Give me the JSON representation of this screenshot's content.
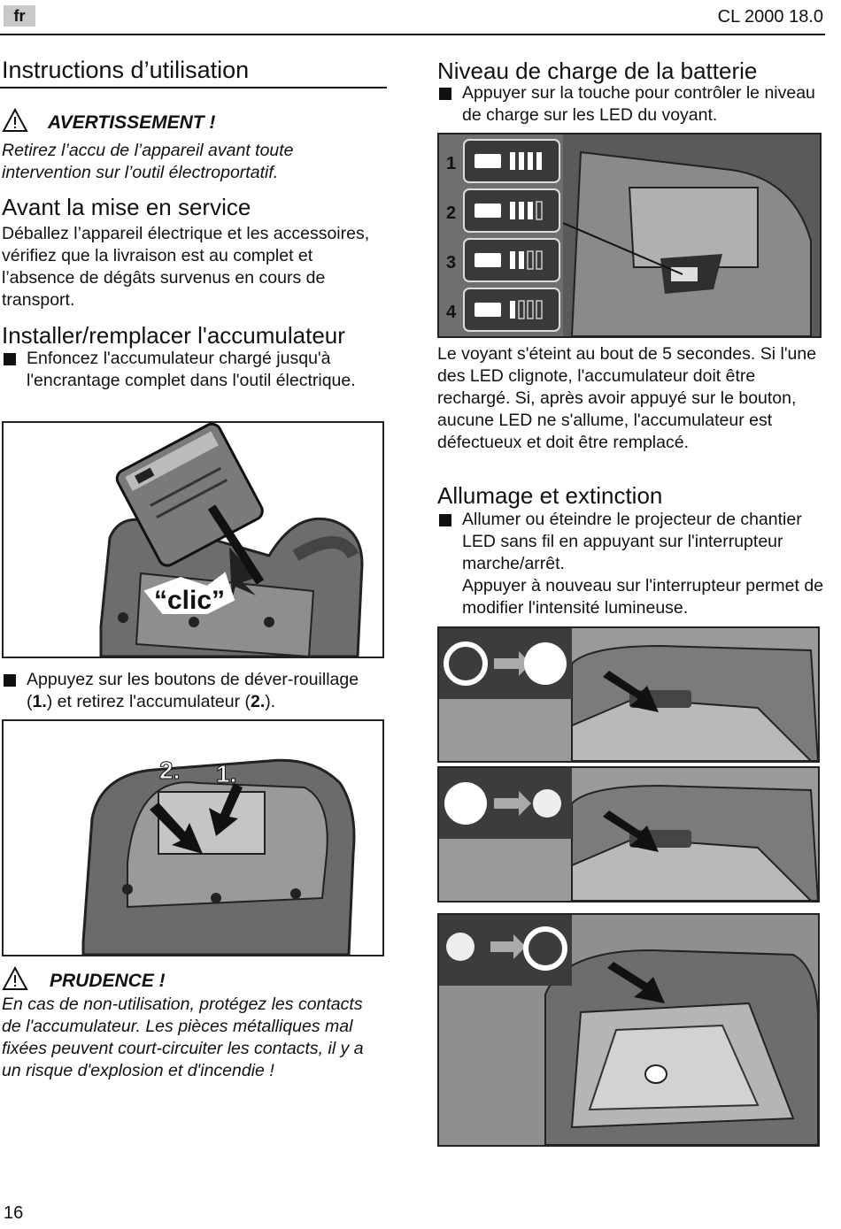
{
  "header": {
    "lang": "fr",
    "doc_id": "CL 2000 18.0"
  },
  "left": {
    "title": "Instructions d’utilisation",
    "warning": {
      "title": "AVERTISSEMENT !",
      "text": "Retirez l’accu de l’appareil avant toute intervention sur l’outil électroportatif."
    },
    "avant": {
      "title": "Avant la mise en service",
      "text": "Déballez l’appareil électrique et les accessoires, vérifiez que la livraison est au complet et l’absence de dégâts survenus en cours de transport."
    },
    "installer": {
      "title": "Installer/remplacer l'accumulateur",
      "bullet": "Enfoncez l'accumulateur chargé jusqu'à l'encrantage complet dans l'outil électrique.",
      "clic": "“clic”"
    },
    "remove": {
      "bullet_prefix": "Appuyez sur les boutons de déver-rouillage (",
      "n1": "1.",
      "mid": ") et retirez l'accumulateur (",
      "n2": "2.",
      "suffix": ").",
      "label1": "1.",
      "label2": "2."
    },
    "caution": {
      "title": "PRUDENCE !",
      "text": "En cas de non-utilisation, protégez les contacts de l'accumulateur. Les pièces métalliques mal fixées peuvent court-circuiter les contacts, il y a un risque d'explosion et d'incendie !"
    }
  },
  "right": {
    "niveau": {
      "title": "Niveau de charge de la batterie",
      "bullet": "Appuyer sur la touche pour contrôler le niveau de charge sur les LED du voyant.",
      "levels": [
        "1",
        "2",
        "3",
        "4"
      ],
      "text": "Le voyant s'éteint au bout de 5 secondes. Si l'une des LED clignote, l'accumulateur doit être rechargé. Si, après avoir appuyé sur le bouton, aucune LED ne s'allume, l'accumulateur est défectueux et doit être remplacé."
    },
    "allumage": {
      "title": "Allumage et extinction",
      "bullet1": "Allumer ou éteindre le projecteur de chantier LED sans fil en appuyant sur l'interrupteur marche/arrêt.",
      "bullet2": "Appuyer à nouveau sur l'interrupteur permet de modifier l'intensité lumineuse."
    }
  },
  "footer": {
    "page": "16"
  }
}
